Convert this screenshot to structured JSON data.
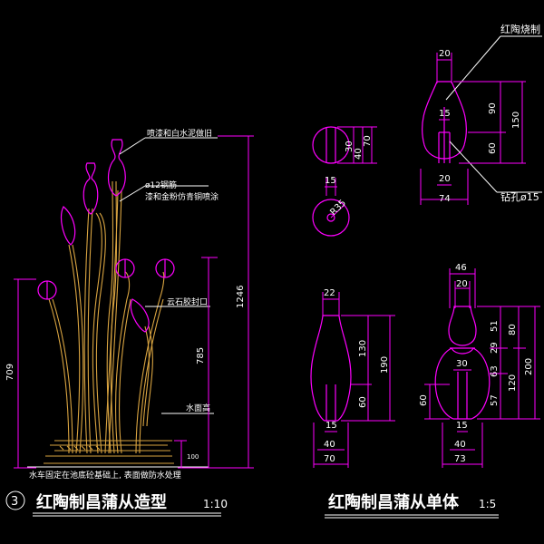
{
  "left_view": {
    "title": "红陶制昌蒲从造型",
    "scale": "1:10",
    "index": "3",
    "notes": {
      "paint": "喷漆和白水泥做旧",
      "rebar": "ø12钢筋",
      "rebar_paint": "漆和金粉仿青铜喷涂",
      "seal": "云石胶封口",
      "water": "水面高",
      "footer": "水车固定在池底砼基础上, 表面做防水处理"
    },
    "dims": {
      "total": "1246",
      "left": "709",
      "mid": "785",
      "base": "100"
    }
  },
  "right_view": {
    "title": "红陶制昌蒲从单体",
    "scale": "1:5",
    "notes": {
      "material": "红陶烧制",
      "hole": "钻孔ø15"
    },
    "drop": {
      "top": "20",
      "neck": "15",
      "upper": "90",
      "lower": "60",
      "total": "150",
      "bot": "20",
      "width": "74"
    },
    "ball": {
      "d1": "30",
      "d2": "40",
      "d3": "70",
      "hole": "15",
      "r": "R35"
    },
    "vase": {
      "top": "22",
      "upper": "130",
      "lower": "60",
      "total": "190",
      "b1": "15",
      "b2": "40",
      "b3": "70"
    },
    "gourd": {
      "w1": "46",
      "w2": "20",
      "w3": "30",
      "h1": "51",
      "h2": "29",
      "h3": "63",
      "h4": "57",
      "h5": "80",
      "h6": "120",
      "h7": "200",
      "h8": "60",
      "b1": "15",
      "b2": "40",
      "b3": "73"
    }
  }
}
